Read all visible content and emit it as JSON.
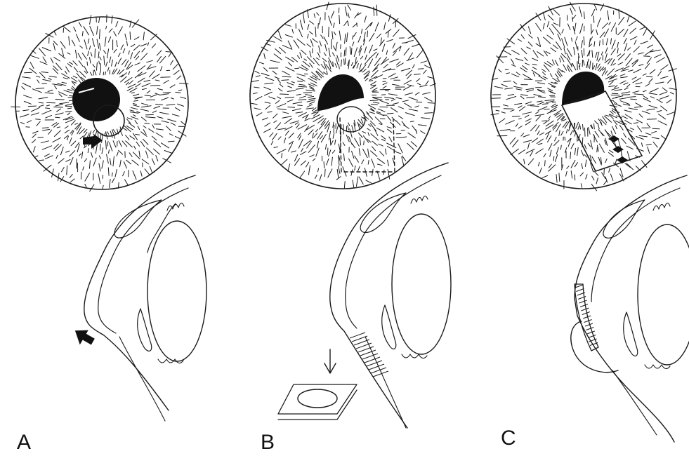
{
  "panels": [
    {
      "id": "A",
      "label": "A"
    },
    {
      "id": "B",
      "label": "B"
    },
    {
      "id": "C",
      "label": "C"
    }
  ],
  "colors": {
    "ink": "#1a1a1a",
    "background": "#ffffff"
  }
}
